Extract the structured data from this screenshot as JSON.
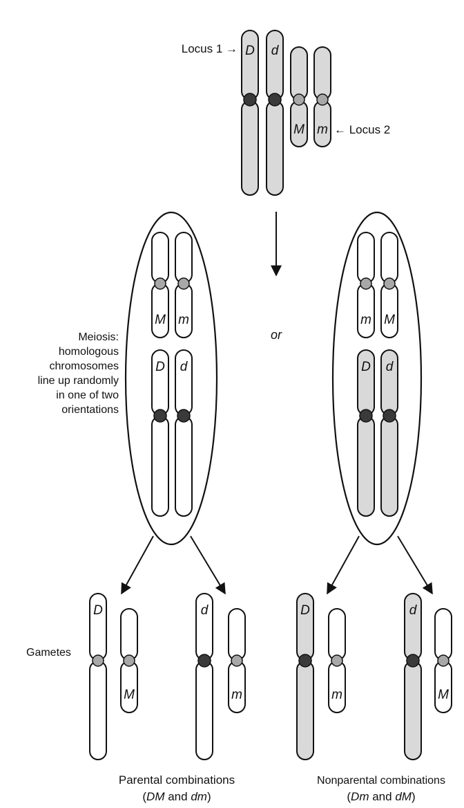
{
  "labels": {
    "locus1": "Locus 1 →",
    "locus2": "← Locus 2",
    "or": "or",
    "meiosis": [
      "Meiosis:",
      "homologous",
      "chromosomes",
      "line up randomly",
      "in one of two",
      "orientations"
    ],
    "gametes": "Gametes",
    "parental_title": "Parental combinations",
    "parental_sub": [
      "(",
      "DM",
      " and ",
      "dm",
      ")"
    ],
    "nonparental_title": "Nonparental combinations",
    "nonparental_sub": [
      "(",
      "Dm",
      " and ",
      "dM",
      ")"
    ]
  },
  "alleles": {
    "top": [
      "D",
      "d",
      "M",
      "m"
    ],
    "left_small": [
      "M",
      "m"
    ],
    "left_large": [
      "D",
      "d"
    ],
    "right_small": [
      "m",
      "M"
    ],
    "right_large": [
      "D",
      "d"
    ],
    "gametes_parental": [
      "D",
      "M",
      "d",
      "m"
    ],
    "gametes_nonparental": [
      "D",
      "m",
      "d",
      "M"
    ]
  },
  "colors": {
    "outline": "#111111",
    "stipple": "#d9d9d9",
    "centromere_dark": "#3a3a3a",
    "centromere_light": "#a8a8a8"
  }
}
